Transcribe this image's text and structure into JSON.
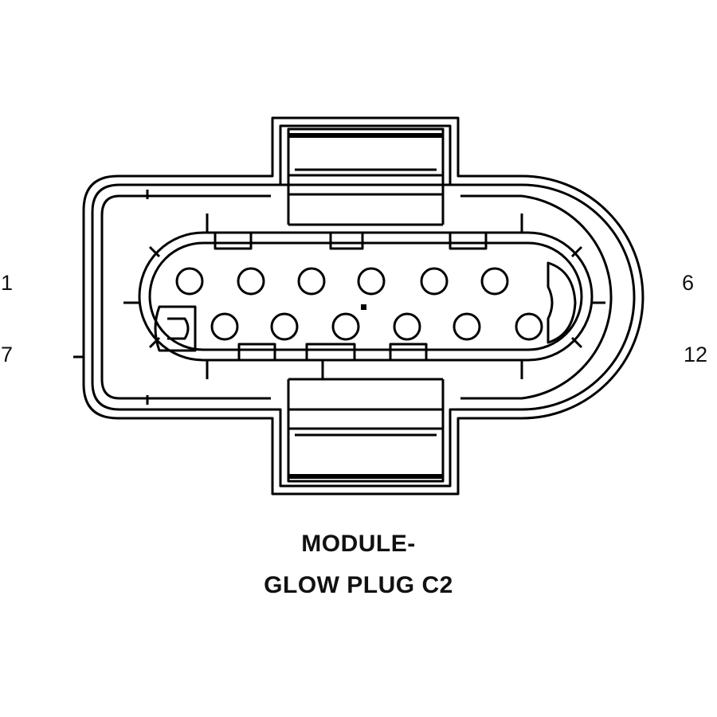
{
  "pins": {
    "top_left": "1",
    "top_right": "6",
    "bottom_left": "7",
    "bottom_right": "12"
  },
  "caption": {
    "line1": "MODULE-",
    "line2": "GLOW PLUG C2"
  },
  "connector": {
    "cavities_per_row": 6,
    "rows": 2,
    "line_color": "#000000"
  }
}
